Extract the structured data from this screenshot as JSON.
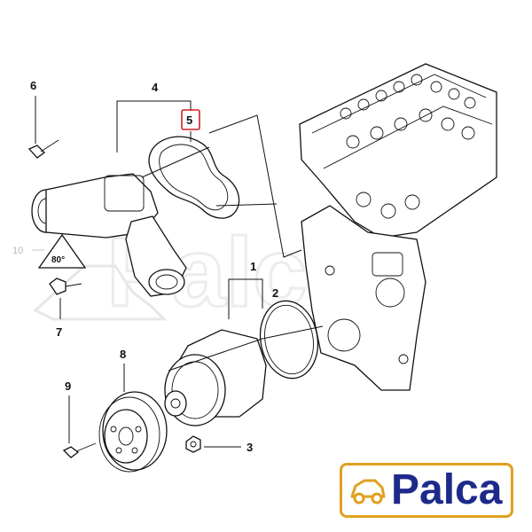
{
  "callouts": {
    "c1": "1",
    "c2": "2",
    "c3": "3",
    "c4": "4",
    "c5": "5",
    "c6": "6",
    "c7": "7",
    "c8": "8",
    "c9": "9",
    "c10": "10"
  },
  "highlight_color": "#d42020",
  "brand": {
    "name": "Palca",
    "frame_color": "#e0a020",
    "text_color": "#1d2a8a"
  }
}
